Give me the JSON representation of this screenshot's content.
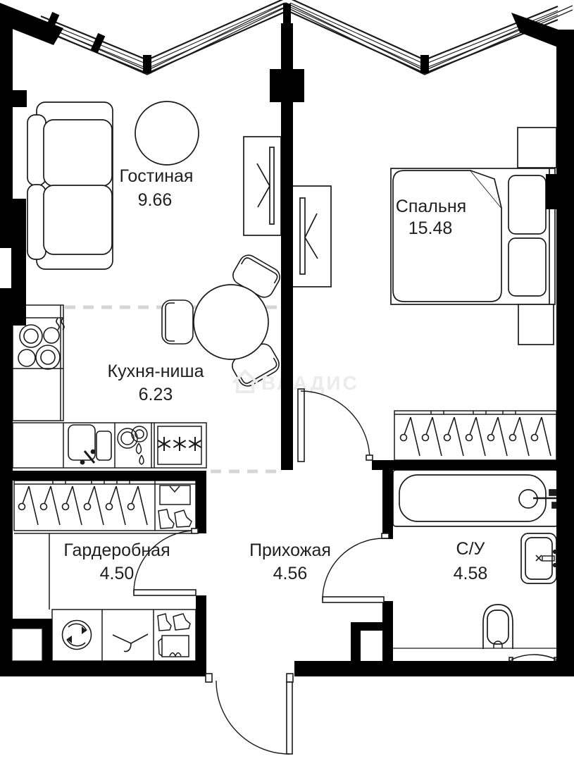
{
  "watermark": {
    "brand": "ВЛАДИС"
  },
  "rooms": {
    "living": {
      "name": "Гостиная",
      "area": "9.66"
    },
    "bedroom": {
      "name": "Спальня",
      "area": "15.48"
    },
    "kitchen": {
      "name": "Кухня-ниша",
      "area": "6.23"
    },
    "wardrobe": {
      "name": "Гардеробная",
      "area": "4.50"
    },
    "hallway": {
      "name": "Прихожая",
      "area": "4.56"
    },
    "bathroom": {
      "name": "С/У",
      "area": "4.58"
    }
  }
}
